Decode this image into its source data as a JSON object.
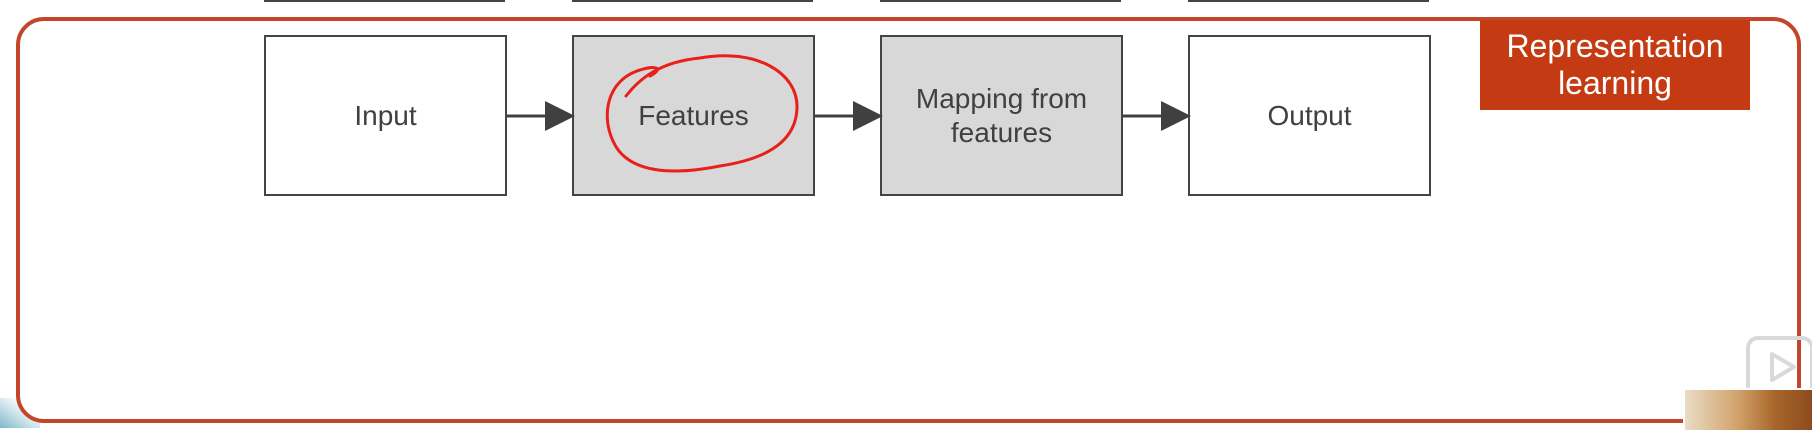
{
  "diagram": {
    "steps": [
      {
        "label": "Input",
        "shaded": false
      },
      {
        "label": "Features",
        "shaded": true
      },
      {
        "label": "Mapping from features",
        "shaded": true
      },
      {
        "label": "Output",
        "shaded": false
      }
    ],
    "banner": "Representation learning"
  },
  "colors": {
    "frame": "#c3452a",
    "banner_bg": "#c43b13",
    "annotation": "#e8201a",
    "box_fill_shaded": "#d8d8d8"
  },
  "icons": {
    "play_button": "play-icon"
  }
}
